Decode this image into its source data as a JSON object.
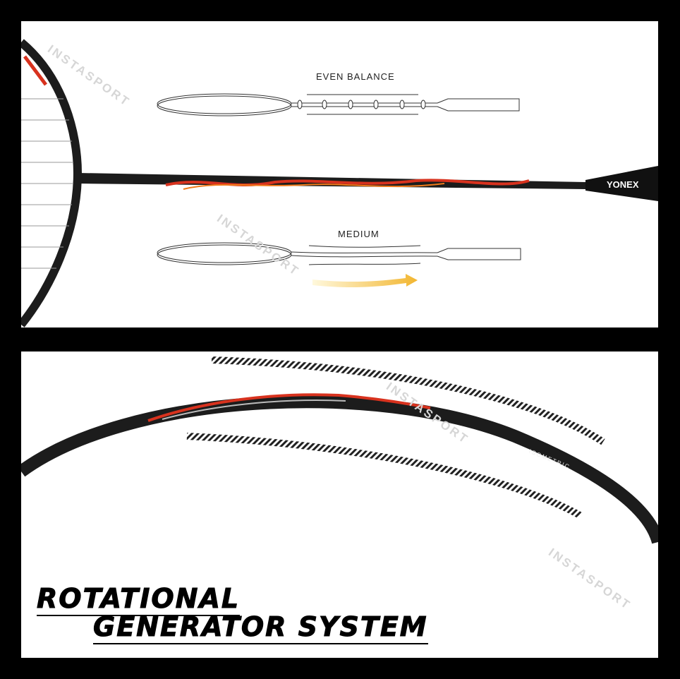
{
  "top_panel": {
    "even_balance_label": "EVEN BALANCE",
    "medium_label": "MEDIUM",
    "brand": "YONEX"
  },
  "bottom_panel": {
    "frame_text": "ISOMETRIC",
    "title_line1": "ROTATIONAL",
    "title_line2": "GENERATOR SYSTEM"
  },
  "watermark": "INSTASPORT",
  "colors": {
    "frame": "#1c1c1c",
    "accent_red": "#d8321e",
    "accent_orange": "#f07a1a",
    "arrow": "#f2c24a"
  }
}
